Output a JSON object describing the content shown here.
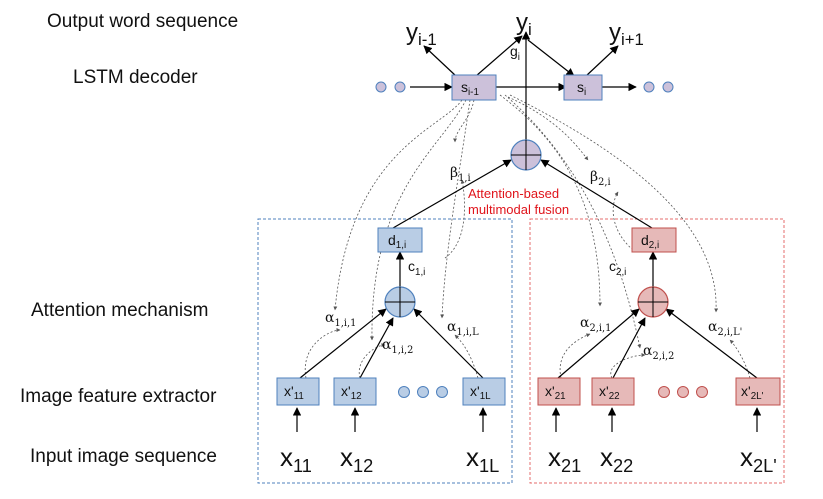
{
  "row_labels": {
    "output": "Output word sequence",
    "decoder": "LSTM decoder",
    "attention": "Attention mechanism",
    "extractor": "Image feature extractor",
    "input": "Input image sequence"
  },
  "outputs": [
    {
      "base": "y",
      "sub": "i-1"
    },
    {
      "base": "y",
      "sub": "i"
    },
    {
      "base": "y",
      "sub": "i+1"
    }
  ],
  "gate_label": {
    "base": "g",
    "sub": "i"
  },
  "decoder_states": [
    {
      "base": "s",
      "sub": "i-1"
    },
    {
      "base": "s",
      "sub": "i"
    }
  ],
  "fusion_caption": [
    "Attention-based",
    "multimodal fusion"
  ],
  "betas": [
    {
      "base": "β",
      "sub": "1,i"
    },
    {
      "base": "β",
      "sub": "2,i"
    }
  ],
  "modality1": {
    "d": {
      "base": "d",
      "sub": "1,i"
    },
    "c": {
      "base": "c",
      "sub": "1,i"
    },
    "alphas": [
      {
        "base": "α",
        "sub": "1,i,1"
      },
      {
        "base": "α",
        "sub": "1,i,2"
      },
      {
        "base": "α",
        "sub": "1,i,L"
      }
    ],
    "features": [
      {
        "base": "x'",
        "sub": "11"
      },
      {
        "base": "x'",
        "sub": "12"
      },
      {
        "base": "x'",
        "sub": "1L"
      }
    ],
    "inputs": [
      {
        "base": "x",
        "sub": "11"
      },
      {
        "base": "x",
        "sub": "12"
      },
      {
        "base": "x",
        "sub": "1L"
      }
    ]
  },
  "modality2": {
    "d": {
      "base": "d",
      "sub": "2,i"
    },
    "c": {
      "base": "c",
      "sub": "2,i"
    },
    "alphas": [
      {
        "base": "α",
        "sub": "2,i,1"
      },
      {
        "base": "α",
        "sub": "2,i,2"
      },
      {
        "base": "α",
        "sub": "2,i,L'"
      }
    ],
    "features": [
      {
        "base": "x'",
        "sub": "21"
      },
      {
        "base": "x'",
        "sub": "22"
      },
      {
        "base": "x'",
        "sub": "2L'"
      }
    ],
    "inputs": [
      {
        "base": "x",
        "sub": "21"
      },
      {
        "base": "x",
        "sub": "22"
      },
      {
        "base": "x",
        "sub": "2L'"
      }
    ]
  },
  "colors": {
    "blue_fill": "#b9cde5",
    "red_fill": "#e6b9b8",
    "purple_fill": "#ccc1da",
    "blue_border": "#4f81bd",
    "red_border": "#e46c6c",
    "fusion_text": "#e0141b"
  }
}
